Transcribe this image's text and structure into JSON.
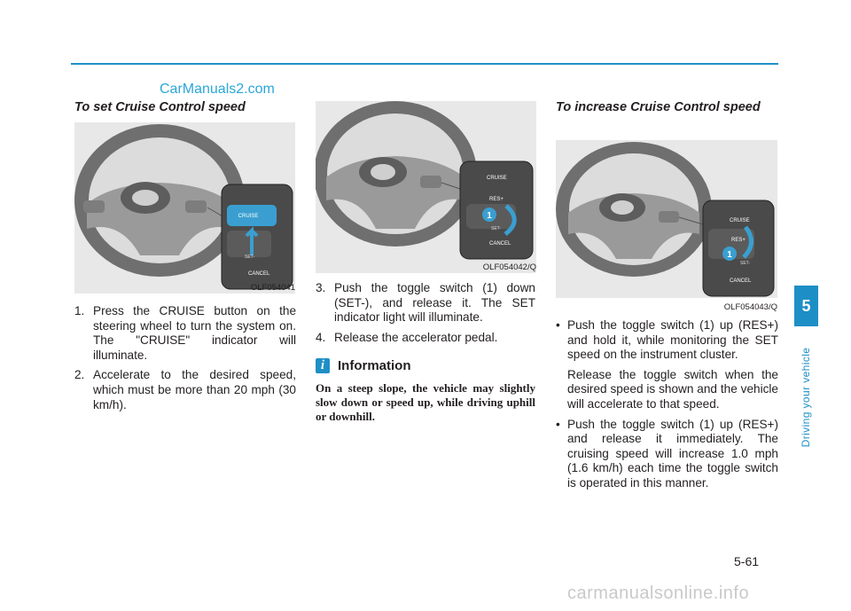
{
  "watermark_top": "CarManuals2.com",
  "watermark_bottom": "carmanualsonline.info",
  "page_number": "5-61",
  "chapter": {
    "number": "5",
    "title": "Driving your vehicle"
  },
  "left": {
    "heading": "To set Cruise Control speed",
    "figure_caption": "OLF054041",
    "steps": [
      {
        "num": "1.",
        "text": "Press the CRUISE button on the steering wheel to turn the system on. The \"CRUISE\" indicator will illuminate."
      },
      {
        "num": "2.",
        "text": "Accelerate to the desired speed, which must be more than 20 mph (30 km/h)."
      }
    ]
  },
  "middle": {
    "figure_caption": "OLF054042/Q",
    "steps": [
      {
        "num": "3.",
        "text": "Push the toggle switch (1) down (SET-), and release it. The SET indicator light will illuminate."
      },
      {
        "num": "4.",
        "text": "Release the accelerator pedal."
      }
    ],
    "info_title": "Information",
    "info_text": "On a steep slope, the vehicle may slightly slow down or speed up, while driving uphill or downhill."
  },
  "right": {
    "heading": "To increase Cruise Control speed",
    "figure_caption": "OLF054043/Q",
    "bullets": [
      {
        "text": "Push the toggle switch (1) up (RES+) and hold it, while monitoring the SET speed on the instrument cluster.",
        "extra": "Release the toggle switch when the desired speed is shown and the vehicle will accelerate to that speed."
      },
      {
        "text": "Push the toggle switch (1) up (RES+) and release it immediately. The cruising speed will increase 1.0 mph (1.6 km/h) each time the toggle switch is operated in this manner."
      }
    ]
  },
  "switch_labels": {
    "cruise": "CRUISE",
    "res": "RES+",
    "set": "SET-",
    "cancel": "CANCEL",
    "marker": "1"
  },
  "colors": {
    "accent": "#1e8fc6",
    "highlight": "#3a9fd0"
  }
}
